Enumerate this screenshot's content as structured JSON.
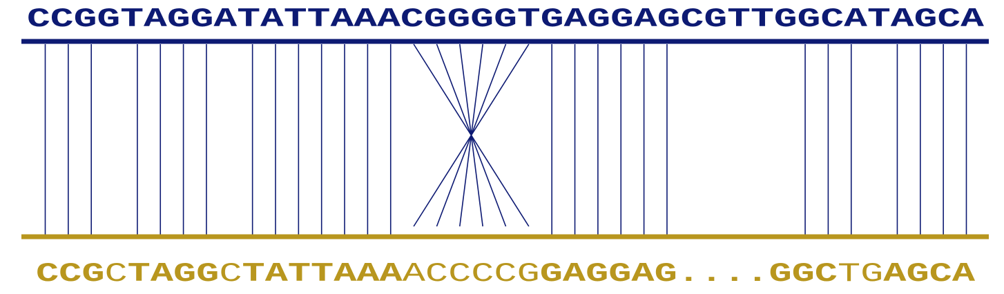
{
  "colors": {
    "top": "#0d1a73",
    "bottom": "#b8961e",
    "background": "#ffffff"
  },
  "top_sequence": {
    "text": "CCGGTAGGATATTAAACGGGGTGAGGAGCGTTGGCATAGCA"
  },
  "bottom_sequence": {
    "segments": [
      {
        "text": "CCG",
        "bold": true
      },
      {
        "text": "C",
        "bold": false
      },
      {
        "text": "TAGG",
        "bold": true
      },
      {
        "text": "C",
        "bold": false
      },
      {
        "text": "TATTAAA",
        "bold": true
      },
      {
        "text": "ACCCCG",
        "bold": false
      },
      {
        "text": "GAGGAG",
        "bold": true
      },
      {
        "text": "....",
        "bold": true
      },
      {
        "text": "GGC",
        "bold": true
      },
      {
        "text": "TG",
        "bold": false
      },
      {
        "text": "AGCA",
        "bold": true
      }
    ]
  },
  "alignment": {
    "straight_positions": [
      0,
      1,
      2,
      4,
      5,
      6,
      7,
      9,
      10,
      11,
      12,
      13,
      14,
      15,
      22,
      23,
      24,
      25,
      26,
      27,
      33,
      34,
      35,
      37,
      38,
      39,
      40
    ],
    "crossed_pairs": [
      [
        16,
        21
      ],
      [
        17,
        20
      ],
      [
        18,
        19
      ],
      [
        19,
        18
      ],
      [
        20,
        17
      ],
      [
        21,
        16
      ]
    ]
  }
}
